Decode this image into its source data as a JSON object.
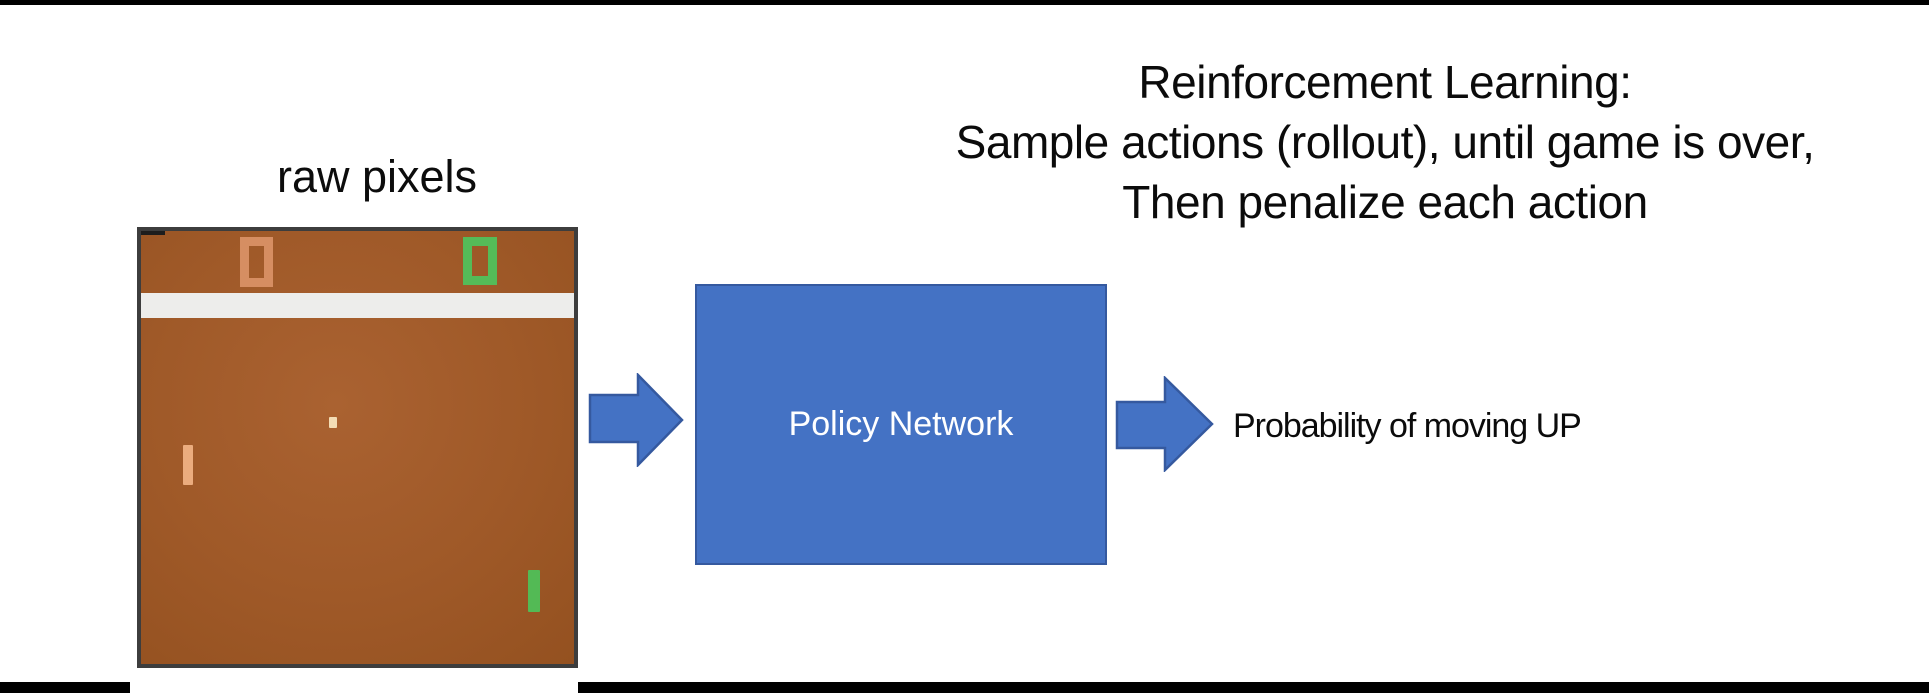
{
  "title": {
    "lines": [
      "Reinforcement Learning:",
      "Sample actions (rollout), until game is over,",
      "Then penalize each action"
    ]
  },
  "pong": {
    "label": "raw pixels",
    "left_score": "0",
    "right_score": "0",
    "colors": {
      "field_brown": "#9F5928",
      "border_gray": "#3D3D3D",
      "mid_band_white": "#EDEDEB",
      "score_left_orange": "#D68E62",
      "score_right_green": "#55BB58",
      "paddle_left_orange": "#EBAC7E",
      "paddle_right_green": "#53BA55",
      "ball_cream": "#F3DDB5"
    }
  },
  "policy_box": {
    "label": "Policy Network",
    "fill": "#4472C4",
    "border": "#35599F",
    "text_color": "#FFFFFF"
  },
  "output": {
    "label": "Probability of moving UP"
  },
  "arrows": {
    "fill": "#4472C4",
    "border": "#35599F"
  },
  "bars": {
    "color": "#000000"
  }
}
